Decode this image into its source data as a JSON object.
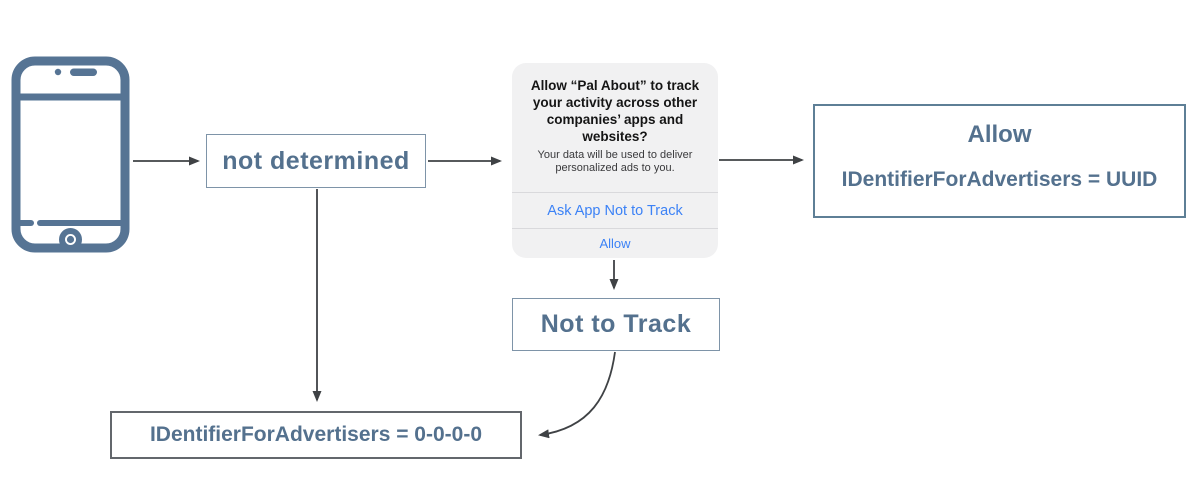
{
  "colors": {
    "slate_text": "#54718e",
    "slate_border": "#7e94a8",
    "steel_border": "#5e7f96",
    "gray_border": "#63676c",
    "arrow": "#3f4245",
    "dialog_bg": "#f1f1f2",
    "dialog_divider": "#d9d9dc",
    "ios_blue": "#3c82f6",
    "phone": "#567494"
  },
  "icons": {
    "phone": "smartphone-icon"
  },
  "nodes": {
    "not_determined": "not determined",
    "allow": {
      "title": "Allow",
      "detail": "IDentifierForAdvertisers = UUID"
    },
    "not_to_track": "Not to Track",
    "denied": "IDentifierForAdvertisers = 0-0-0-0"
  },
  "dialog": {
    "title": "Allow “Pal About” to track your activity across other companies’ apps and websites?",
    "subtitle": "Your data will be used to deliver personalized ads to you.",
    "ask_not_track_label": "Ask App Not to Track",
    "allow_label": "Allow"
  }
}
